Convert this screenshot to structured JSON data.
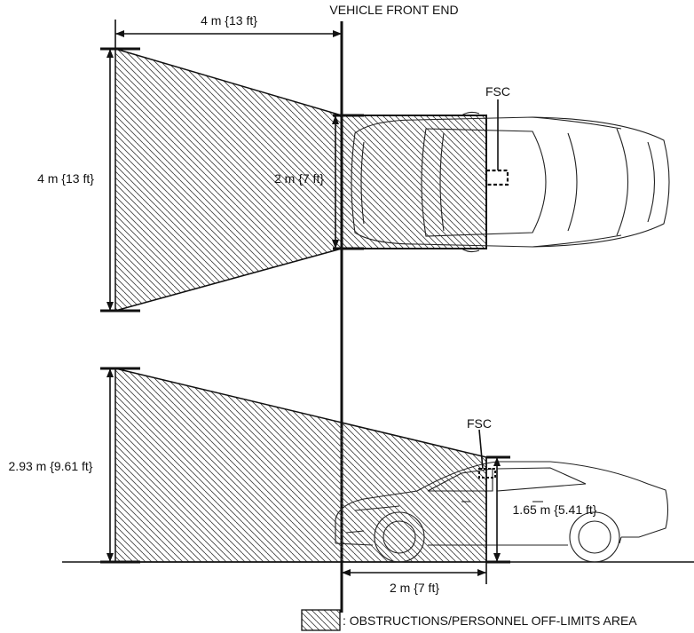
{
  "labels": {
    "vehicle_front_end": "VEHICLE FRONT END",
    "top_width": "4 m {13 ft}",
    "top_height": "4 m {13 ft}",
    "top_inner_height": "2 m {7 ft}",
    "top_fsc": "FSC",
    "side_height": "2.93 m {9.61 ft}",
    "side_fsc": "FSC",
    "side_inner_height": "1.65 m {5.41 ft}",
    "side_bottom_width": "2 m {7 ft}",
    "legend": ": OBSTRUCTIONS/PERSONNEL OFF-LIMITS AREA"
  }
}
